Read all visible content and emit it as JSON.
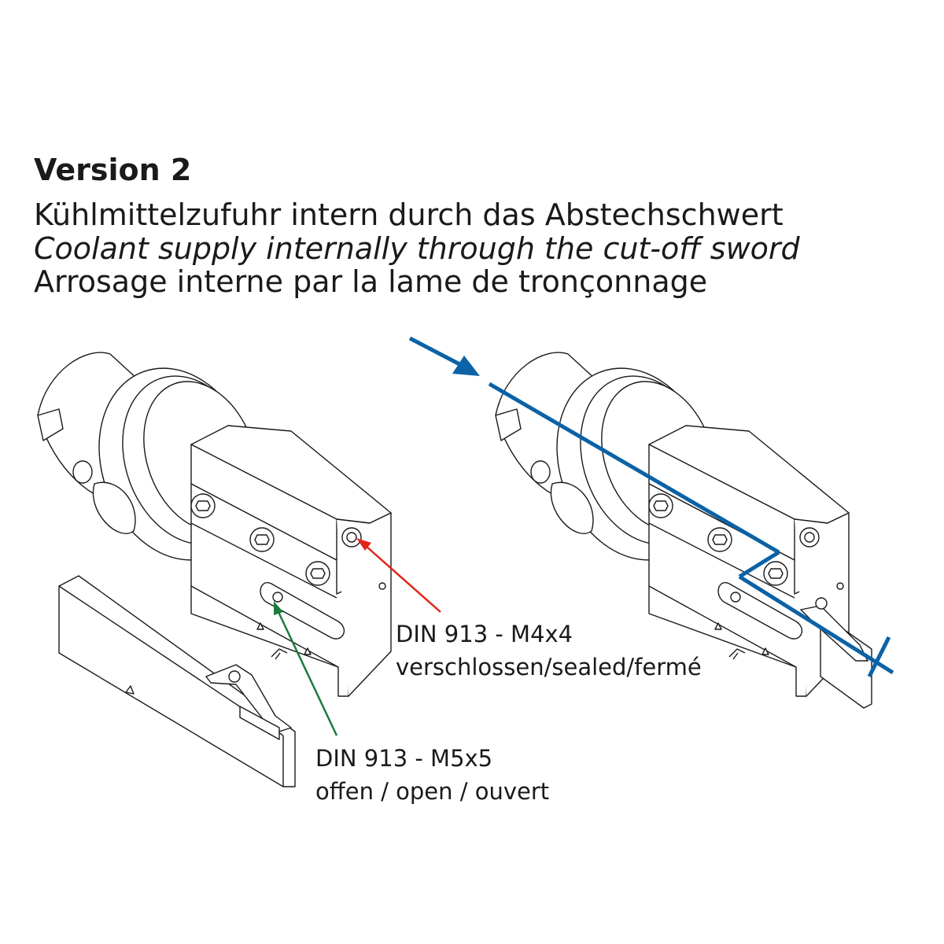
{
  "header": {
    "title": "Version 2",
    "line_de": "Kühlmittelzufuhr intern durch das Abstechschwert",
    "line_en": "Coolant supply internally through the cut-off sword",
    "line_fr": "Arrosage interne par la lame de tronçonnage"
  },
  "labels": {
    "sealed_screw": {
      "spec": "DIN 913 - M4x4",
      "state": "verschlossen/sealed/fermé"
    },
    "open_screw": {
      "spec": "DIN 913 - M5x5",
      "state": "offen / open / ouvert"
    }
  },
  "colors": {
    "coolant_path": "#0b62a6",
    "sealed_pointer": "#e1251b",
    "open_pointer": "#1c7b3c",
    "line": "#1a1a1a"
  }
}
